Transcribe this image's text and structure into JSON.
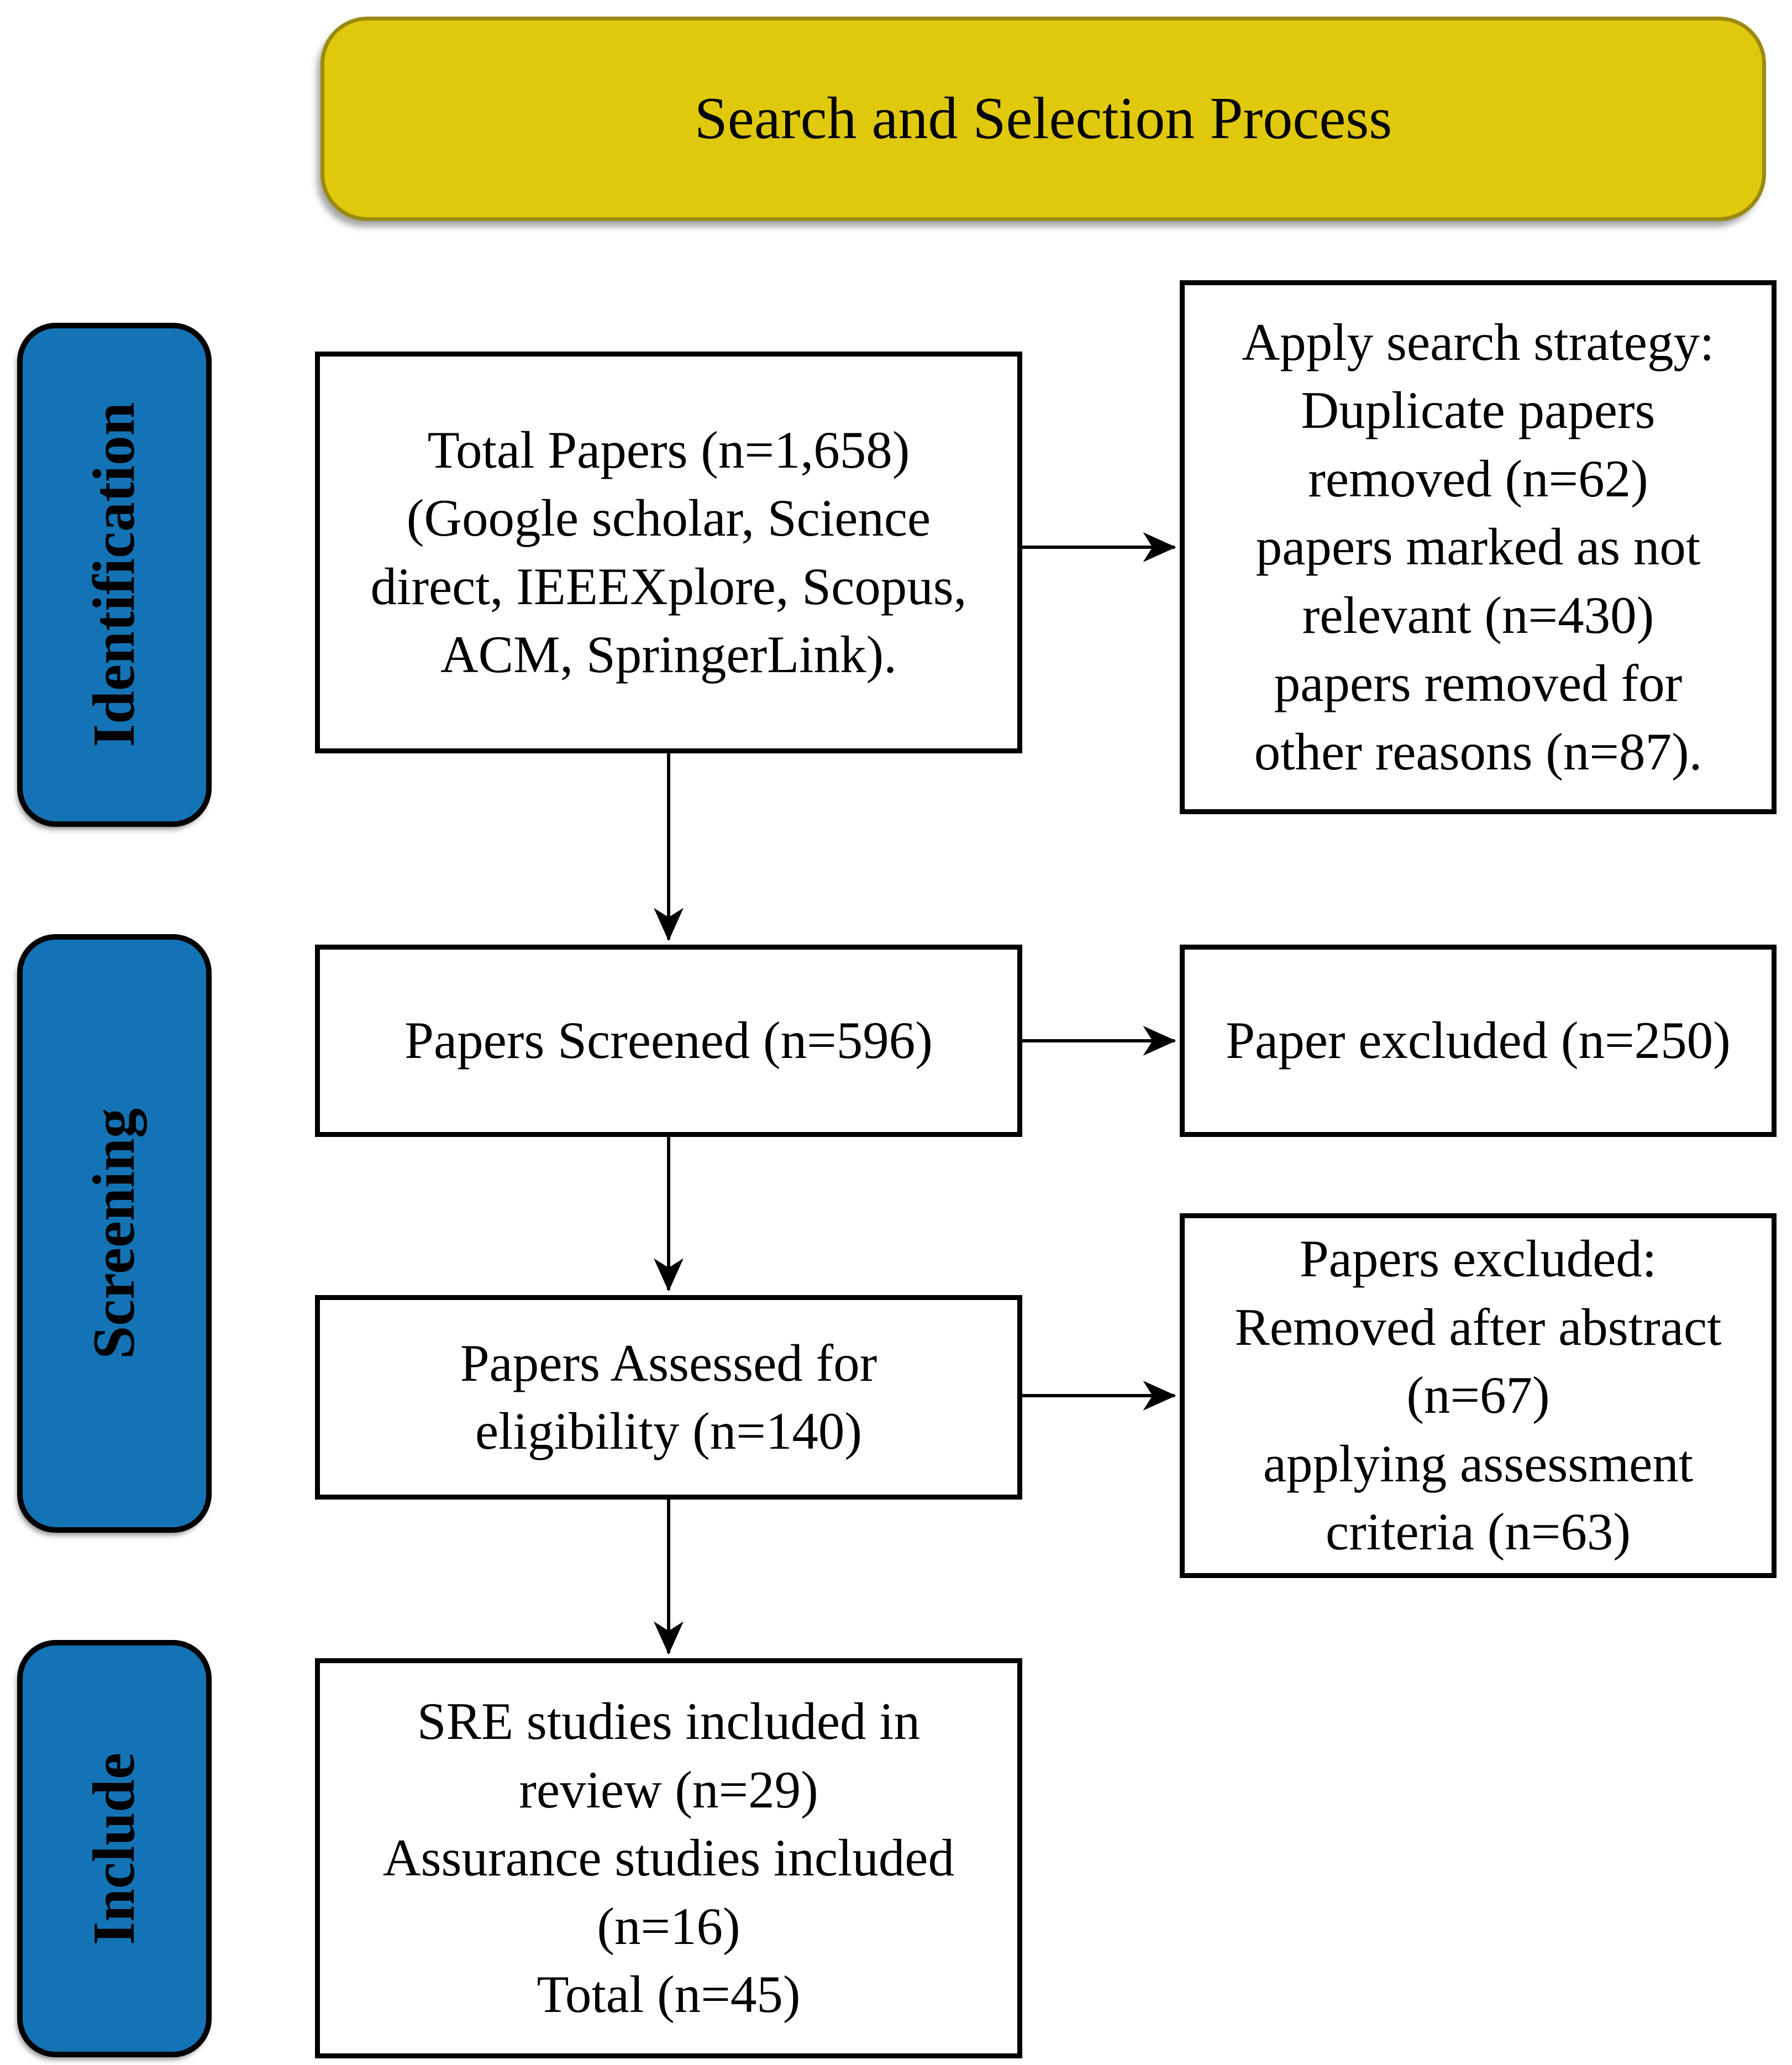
{
  "title": "Search and Selection Process",
  "sidebar": {
    "items": [
      {
        "label": "Identification"
      },
      {
        "label": "Screening"
      },
      {
        "label": "Include"
      }
    ]
  },
  "flow": {
    "main": [
      {
        "name": "total-papers",
        "lines": [
          "Total Papers (n=1,658)",
          "(Google scholar, Science",
          "direct, IEEEXplore, Scopus,",
          "ACM, SpringerLink)."
        ]
      },
      {
        "name": "papers-screened",
        "lines": [
          "Papers Screened (n=596)"
        ]
      },
      {
        "name": "papers-assessed",
        "lines": [
          "Papers Assessed for",
          "eligibility (n=140)"
        ]
      },
      {
        "name": "sre-included",
        "lines": [
          "SRE studies included in",
          "review (n=29)",
          "Assurance studies included",
          "(n=16)",
          "Total (n=45)"
        ]
      }
    ],
    "side": [
      {
        "name": "apply-search-strategy",
        "lines": [
          "Apply search strategy:",
          "Duplicate papers",
          "removed (n=62)",
          "papers marked as not",
          "relevant (n=430)",
          "papers removed for",
          "other reasons (n=87)."
        ]
      },
      {
        "name": "paper-excluded",
        "lines": [
          "Paper excluded (n=250)"
        ]
      },
      {
        "name": "papers-excluded",
        "lines": [
          "Papers excluded:",
          "Removed after abstract",
          "(n=67)",
          "applying assessment",
          "criteria (n=63)"
        ]
      }
    ]
  },
  "colors": {
    "title_bg": "#E0C80D",
    "title_border": "#9A8A10",
    "stage_bg": "#1473B4",
    "stage_text": "#000000",
    "box_bg": "#FFFFFF",
    "box_border": "#000000",
    "arrow": "#000000"
  }
}
